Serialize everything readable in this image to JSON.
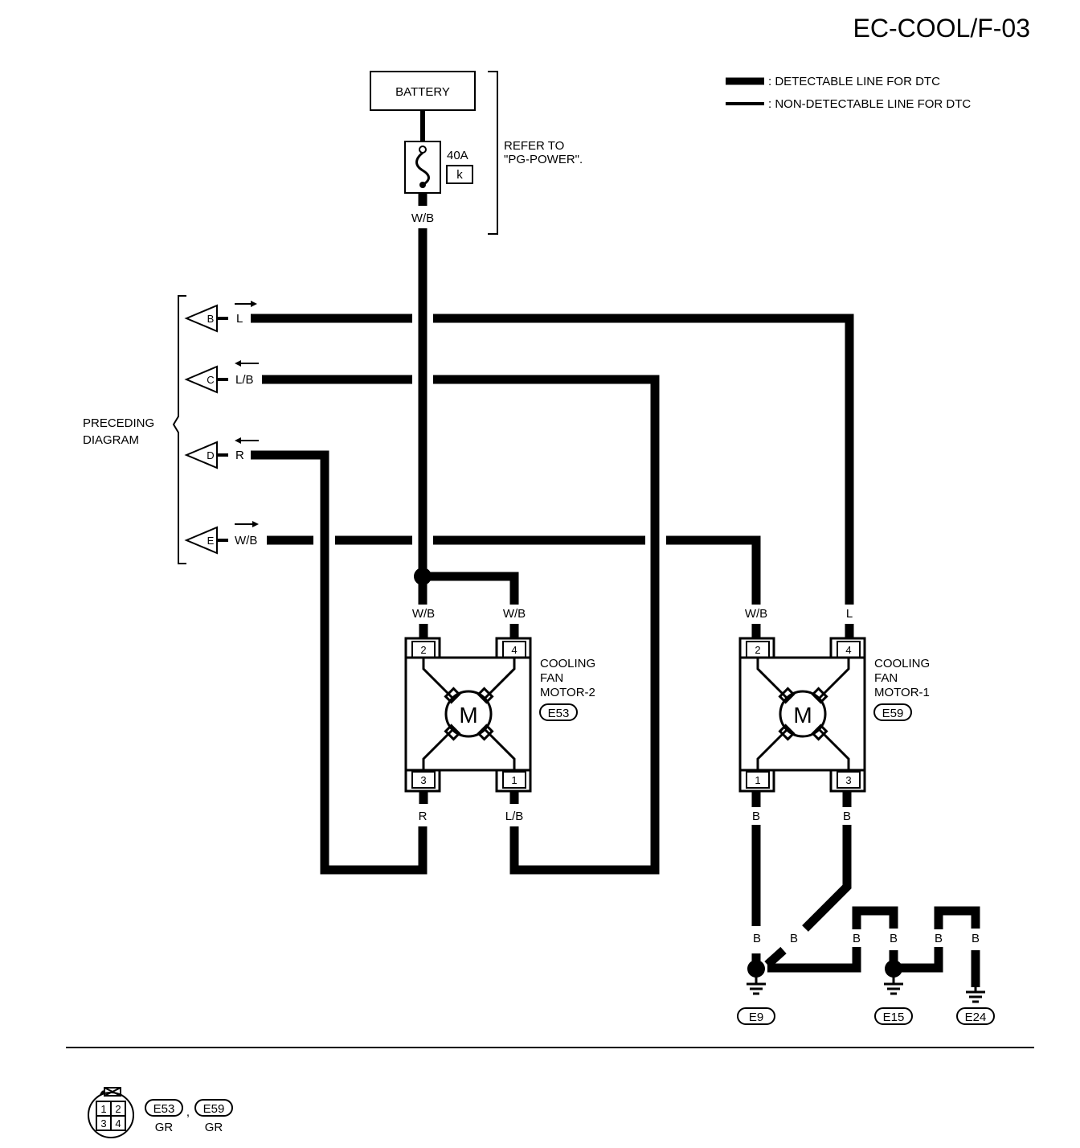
{
  "page_id": "EC-COOL/F-03",
  "legend": {
    "detectable": ": DETECTABLE LINE FOR DTC",
    "non_detectable": ": NON-DETECTABLE LINE FOR DTC"
  },
  "battery": {
    "label": "BATTERY",
    "fuse_rating": "40A",
    "fuse_id": "k",
    "wire": "W/B",
    "refer_line1": "REFER TO",
    "refer_line2": "\"PG-POWER\"."
  },
  "preceding": {
    "line1": "PRECEDING",
    "line2": "DIAGRAM",
    "items": [
      {
        "letter": "B",
        "wire": "L"
      },
      {
        "letter": "C",
        "wire": "L/B"
      },
      {
        "letter": "D",
        "wire": "R"
      },
      {
        "letter": "E",
        "wire": "W/B"
      }
    ]
  },
  "motor2": {
    "line1": "COOLING",
    "line2": "FAN",
    "line3": "MOTOR-2",
    "connector": "E53",
    "symbol": "M",
    "pins": {
      "tl": "2",
      "tr": "4",
      "bl": "3",
      "br": "1"
    },
    "wires": {
      "tl": "W/B",
      "tr": "W/B",
      "bl": "R",
      "br": "L/B"
    }
  },
  "motor1": {
    "line1": "COOLING",
    "line2": "FAN",
    "line3": "MOTOR-1",
    "connector": "E59",
    "symbol": "M",
    "pins": {
      "tl": "2",
      "tr": "4",
      "bl": "1",
      "br": "3"
    },
    "wires": {
      "tl": "W/B",
      "tr": "L",
      "bl": "B",
      "br": "B"
    }
  },
  "ground": {
    "wire": "B",
    "grounds": [
      "E9",
      "E15",
      "E24"
    ]
  },
  "connector_key": {
    "pins": [
      "1",
      "2",
      "3",
      "4"
    ],
    "conn_a": "E53",
    "conn_b": "E59",
    "separator": ",",
    "color_a": "GR",
    "color_b": "GR"
  }
}
